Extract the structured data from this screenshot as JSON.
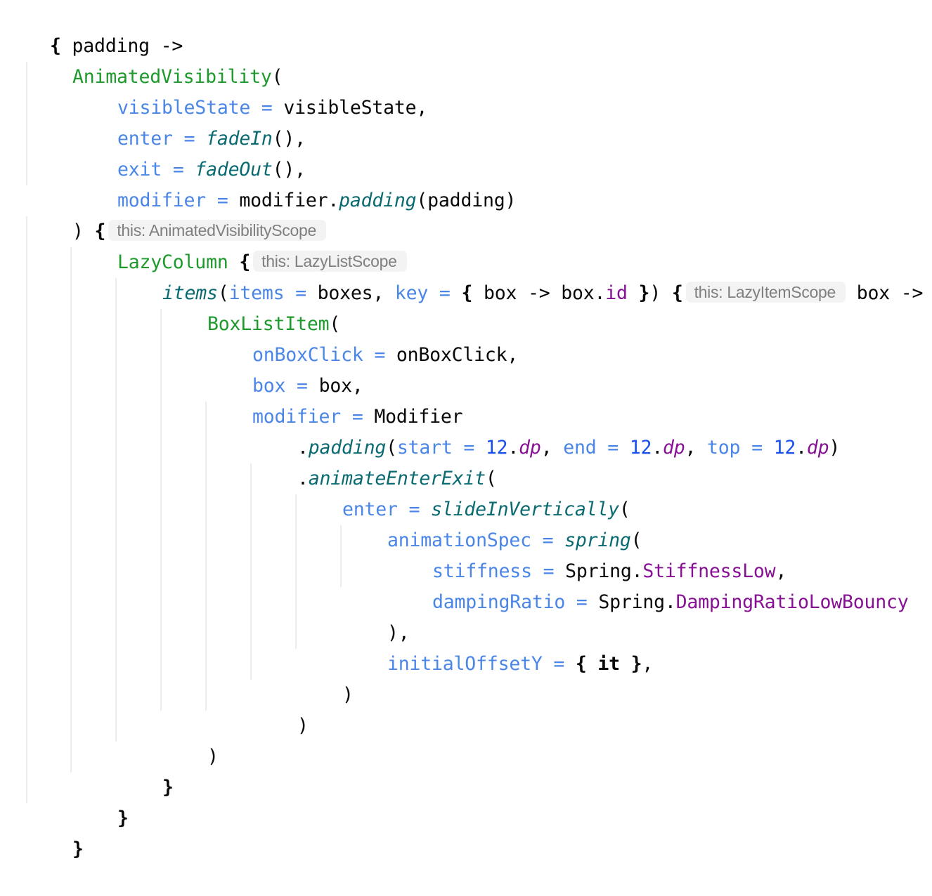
{
  "editor": {
    "language": "kotlin",
    "colors": {
      "composable": "#1e9a2c",
      "named_argument": "#4a86e8",
      "function_italic": "#0a6a72",
      "property": "#871094",
      "number": "#1750eb",
      "text": "#080808",
      "inlay_hint_text": "#7f7f7f",
      "inlay_hint_bg": "#f3f3f3",
      "indent_guide": "#ebecf0"
    },
    "lines": [
      {
        "t0": "{",
        "t1": " padding ->"
      },
      {
        "t0": "AnimatedVisibility",
        "t1": "("
      },
      {
        "t0": "visibleState",
        "t1": " = ",
        "t2": "visibleState,"
      },
      {
        "t0": "enter",
        "t1": " = ",
        "t2": "fadeIn",
        "t3": "(),"
      },
      {
        "t0": "exit",
        "t1": " = ",
        "t2": "fadeOut",
        "t3": "(),"
      },
      {
        "t0": "modifier",
        "t1": " = ",
        "t2": "modifier.",
        "t3": "padding",
        "t4": "(padding)"
      },
      {
        "t0": ") ",
        "t1": "{",
        "hint": "this: AnimatedVisibilityScope"
      },
      {
        "t0": "LazyColumn",
        "t1": " ",
        "t2": "{",
        "hint": "this: LazyListScope"
      },
      {
        "t0": "items",
        "t1": "(",
        "t2": "items",
        "t3": " = ",
        "t4": "boxes, ",
        "t5": "key",
        "t6": " = ",
        "t7": "{",
        "t8": " box -> box.",
        "t9": "id",
        "t10": " ",
        "t11": "}",
        "t12": ") ",
        "t13": "{",
        "hint": "this: LazyItemScope",
        "t14": " box ->"
      },
      {
        "t0": "BoxListItem",
        "t1": "("
      },
      {
        "t0": "onBoxClick",
        "t1": " = ",
        "t2": "onBoxClick,"
      },
      {
        "t0": "box",
        "t1": " = ",
        "t2": "box,"
      },
      {
        "t0": "modifier",
        "t1": " = ",
        "t2": "Modifier"
      },
      {
        "t0": ".",
        "t1": "padding",
        "t2": "(",
        "t3": "start",
        "t4": " = ",
        "t5": "12",
        "t6": ".",
        "t7": "dp",
        "t8": ", ",
        "t9": "end",
        "t10": " = ",
        "t11": "12",
        "t12": ".",
        "t13": "dp",
        "t14": ", ",
        "t15": "top",
        "t16": " = ",
        "t17": "12",
        "t18": ".",
        "t19": "dp",
        "t20": ")"
      },
      {
        "t0": ".",
        "t1": "animateEnterExit",
        "t2": "("
      },
      {
        "t0": "enter",
        "t1": " = ",
        "t2": "slideInVertically",
        "t3": "("
      },
      {
        "t0": "animationSpec",
        "t1": " = ",
        "t2": "spring",
        "t3": "("
      },
      {
        "t0": "stiffness",
        "t1": " = ",
        "t2": "Spring.",
        "t3": "StiffnessLow",
        "t4": ","
      },
      {
        "t0": "dampingRatio",
        "t1": " = ",
        "t2": "Spring.",
        "t3": "DampingRatioLowBouncy"
      },
      {
        "t0": "),"
      },
      {
        "t0": "initialOffsetY",
        "t1": " = ",
        "t2": "{",
        "t3": " it ",
        "t4": "}",
        "t5": ","
      },
      {
        "t0": ")"
      },
      {
        "t0": ")"
      },
      {
        "t0": ")"
      },
      {
        "t0": "}"
      },
      {
        "t0": "}"
      },
      {
        "t0": "}"
      }
    ]
  }
}
